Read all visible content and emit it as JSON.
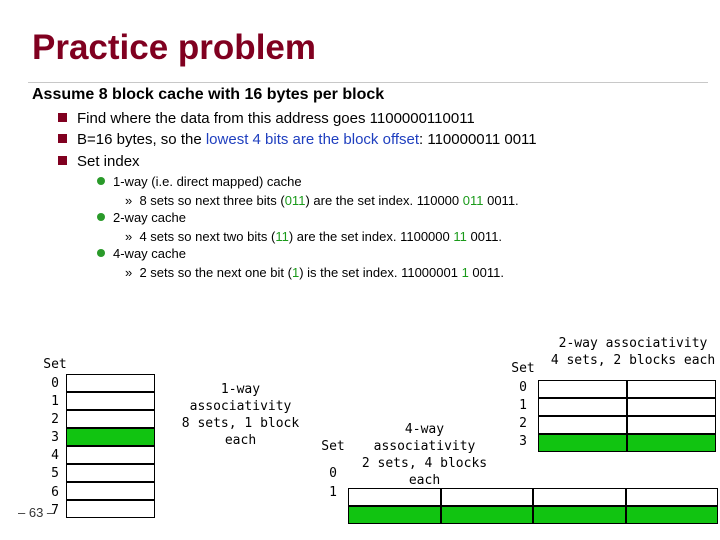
{
  "title": "Practice problem",
  "assume": "Assume 8 block cache with 16 bytes per block",
  "bullet1": "Find where the data from this address goes 1100000110011",
  "bullet2": {
    "p1": "B=16 bytes, so the ",
    "p2": "lowest 4 bits are the block offset",
    "p3": ": 110000011 0011"
  },
  "bullet3": "Set index",
  "sub1": {
    "label": "1-way (i.e. direct mapped) cache",
    "detail": {
      "p1": "8 sets so next three bits (",
      "p2": "011",
      "p3": ") are the set index. 110000 ",
      "p4": "011",
      "p5": " 0011."
    }
  },
  "sub2": {
    "label": "2-way cache",
    "detail": {
      "p1": "4 sets so next two bits (",
      "p2": "11",
      "p3": ") are the set index. 1100000 ",
      "p4": "11",
      "p5": " 0011."
    }
  },
  "sub3": {
    "label": "4-way cache",
    "detail": {
      "p1": "2 sets so the next one bit (",
      "p2": "1",
      "p3": ") is the set index. 11000001 ",
      "p4": "1",
      "p5": " 0011."
    }
  },
  "detail_marker": "»",
  "set_word": "Set",
  "one_way": {
    "caption_line1": "1-way associativity",
    "caption_line2": "8 sets, 1 block each",
    "set_labels": [
      "0",
      "1",
      "2",
      "3",
      "4",
      "5",
      "6",
      "7"
    ],
    "highlight_set": 3,
    "blocks_per_set": 1
  },
  "two_way": {
    "caption_line1": "2-way associativity",
    "caption_line2": "4 sets, 2 blocks each",
    "set_labels": [
      "0",
      "1",
      "2",
      "3"
    ],
    "highlight_set": 3,
    "blocks_per_set": 2
  },
  "four_way": {
    "caption_line1": "4-way associativity",
    "caption_line2": "2 sets, 4 blocks each",
    "set_labels": [
      "0",
      "1"
    ],
    "highlight_set": 1,
    "blocks_per_set": 4
  },
  "page_number": "– 63 –",
  "colors": {
    "title": "#800020",
    "highlight_cell": "#11c411",
    "blue_text": "#1f3fbf",
    "green_text": "#1a9a1a"
  }
}
